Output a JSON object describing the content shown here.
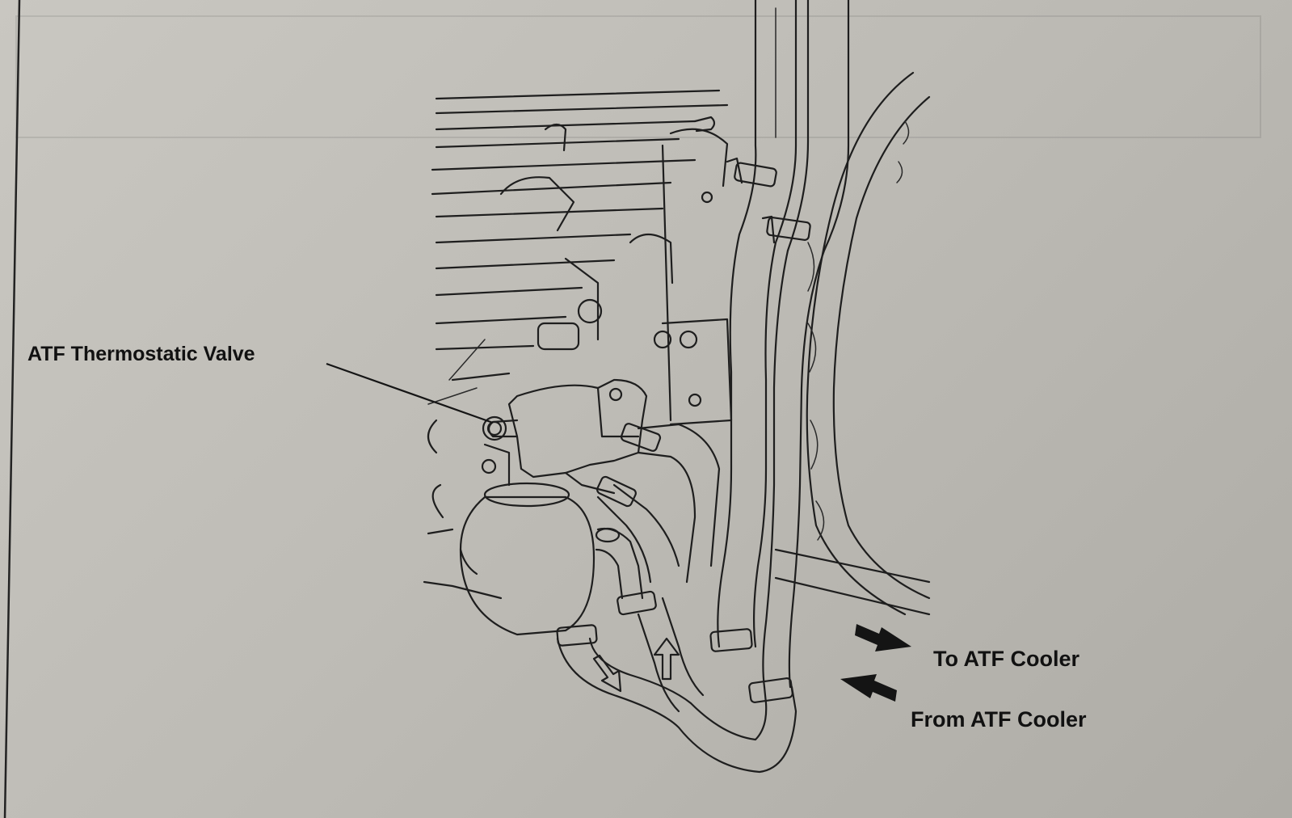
{
  "labels": {
    "thermostatic_valve": "ATF Thermostatic Valve",
    "to_cooler": "To ATF Cooler",
    "from_cooler": "From ATF Cooler"
  },
  "colors": {
    "paper": "#c4c2bc",
    "ink": "#1e1e1e"
  }
}
